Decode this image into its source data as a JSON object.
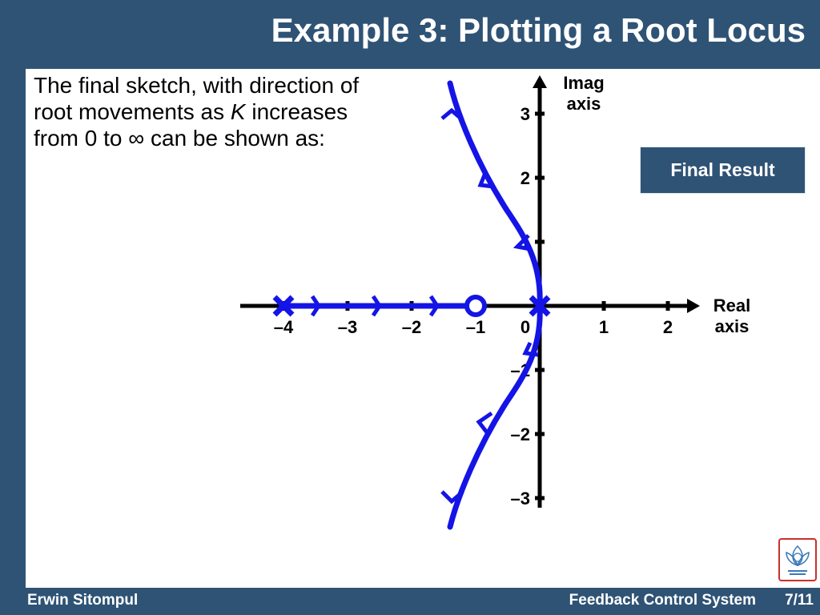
{
  "slide": {
    "title": "Example 3: Plotting a Root Locus",
    "body_text": {
      "line1": "The final sketch, with direction of",
      "line2_pre": "root movements as ",
      "line2_k": "K",
      "line2_post": " increases",
      "line3": "from 0 to ∞ can be shown as:"
    },
    "final_result_label": "Final Result",
    "footer": {
      "author": "Erwin Sitompul",
      "course": "Feedback Control System",
      "page": "7/11"
    }
  },
  "diagram": {
    "imag_axis_label_line1": "Imag",
    "imag_axis_label_line2": "axis",
    "real_axis_label_line1": "Real",
    "real_axis_label_line2": "axis",
    "real_ticks": [
      {
        "value": -4,
        "label": "–4"
      },
      {
        "value": -3,
        "label": "–3"
      },
      {
        "value": -2,
        "label": "–2"
      },
      {
        "value": -1,
        "label": "–1"
      },
      {
        "value": 0,
        "label": "0"
      },
      {
        "value": 1,
        "label": "1"
      },
      {
        "value": 2,
        "label": "2"
      }
    ],
    "imag_ticks": [
      {
        "value": 3,
        "label": "3"
      },
      {
        "value": 2,
        "label": "2"
      },
      {
        "value": 1,
        "label": "1"
      },
      {
        "value": -1,
        "label": "–1"
      },
      {
        "value": -2,
        "label": "–2"
      },
      {
        "value": -3,
        "label": "–3"
      }
    ],
    "poles": [
      {
        "re": -4,
        "im": 0
      },
      {
        "re": 0,
        "im": 0
      }
    ],
    "zeros": [
      {
        "re": -1,
        "im": 0
      }
    ],
    "colors": {
      "locus": "#1414e6",
      "axis": "#000000",
      "theme": "#2f5375"
    }
  }
}
